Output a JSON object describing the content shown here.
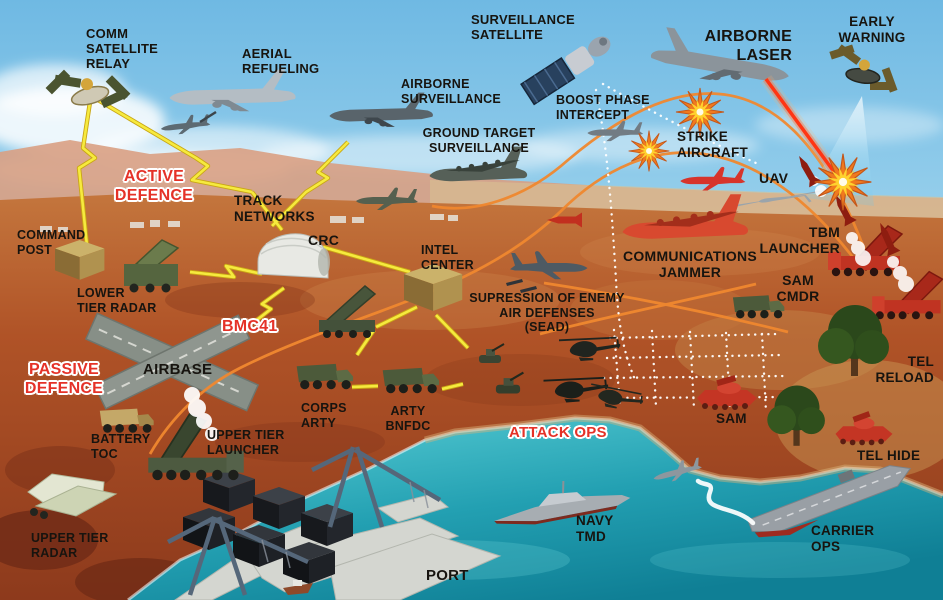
{
  "labels": {
    "comm_satellite_relay": "COMM\nSATELLITE\nRELAY",
    "aerial_refueling": "AERIAL\nREFUELING",
    "surveillance_satellite": "SURVEILLANCE\nSATELLITE",
    "airborne_surveillance": "AIRBORNE\nSURVEILLANCE",
    "ground_target_surveillance": "GROUND TARGET\nSURVEILLANCE",
    "boost_phase_intercept": "BOOST PHASE\nINTERCEPT",
    "airborne_laser": "AIRBORNE\nLASER",
    "early_warning": "EARLY\nWARNING",
    "strike_aircraft": "STRIKE\nAIRCRAFT",
    "uav": "UAV",
    "tbm_launcher": "TBM\nLAUNCHER",
    "active_defence": "ACTIVE\nDEFENCE",
    "track_networks": "TRACK\nNETWORKS",
    "crc": "CRC",
    "command_post": "COMMAND\nPOST",
    "lower_tier_radar": "LOWER\nTIER RADAR",
    "intel_center": "INTEL\nCENTER",
    "communications_jammer": "COMMUNICATIONS\nJAMMER",
    "sam_cmdr": "SAM\nCMDR",
    "sead": "SUPRESSION OF ENEMY\nAIR DEFENSES\n(SEAD)",
    "bmc41": "BMC41",
    "tel_reload": "TEL\nRELOAD",
    "airbase": "AIRBASE",
    "passive_defence": "PASSIVE\nDEFENCE",
    "corps_arty": "CORPS\nARTY",
    "arty_bnfdc": "ARTY\nBNFDC",
    "attack_ops": "ATTACK OPS",
    "battery_toc": "BATTERY\nTOC",
    "upper_tier_launcher": "UPPER TIER\nLAUNCHER",
    "sam": "SAM",
    "tel_hide": "TEL HIDE",
    "upper_tier_radar": "UPPER TIER\nRADAR",
    "navy_tmd": "NAVY\nTMD",
    "carrier_ops": "CARRIER\nOPS",
    "port": "PORT"
  },
  "colors": {
    "label_black": "#17140f",
    "label_red": "#e53228",
    "link_yellow": "#f5e93c",
    "link_orange": "#f0882f",
    "link_dotted_white": "#ffffff",
    "laser_red": "#ff2d12",
    "sensor_cone_blue": "#9fdcf2",
    "enemy_red": "#c43524",
    "friendly_green": "#4c5a3a",
    "desert": "#b05a2d",
    "sea": "#2aa7b5",
    "sky": "#8ecbe8"
  },
  "icons": [
    "comm-satellite-icon",
    "surveillance-satellite-icon",
    "early-warning-satellite-icon",
    "tanker-aircraft-icon",
    "refueling-fighter-icon",
    "awacs-aircraft-icon",
    "cargo-surveillance-aircraft-icon",
    "boost-phase-fighter-icon",
    "airborne-laser-747-icon",
    "strike-fighter-icon",
    "uav-icon",
    "sead-fighter-icon",
    "airbase-fighter-icon",
    "jammer-aircraft-icon",
    "helicopter-icon",
    "command-post-container-icon",
    "intel-center-container-icon",
    "crc-shelter-icon",
    "lower-tier-radar-icon",
    "patriot-launcher-icon",
    "upper-tier-launcher-icon",
    "upper-tier-radar-icon",
    "battery-toc-truck-icon",
    "corps-arty-truck-icon",
    "arty-bnfdc-truck-icon",
    "sam-cmdr-truck-icon",
    "ugv-robot-icon",
    "tbm-tel-icon",
    "sam-vehicle-icon",
    "tel-hide-vehicle-icon",
    "tbm-missile-icon",
    "cruise-missile-icon",
    "explosion-burst-icon",
    "laser-beam",
    "sensor-cone",
    "navy-ship-icon",
    "carrier-icon",
    "carrier-jet-icon",
    "port-crane-icon",
    "cargo-container-icon",
    "runway-icon",
    "tree-icon"
  ]
}
